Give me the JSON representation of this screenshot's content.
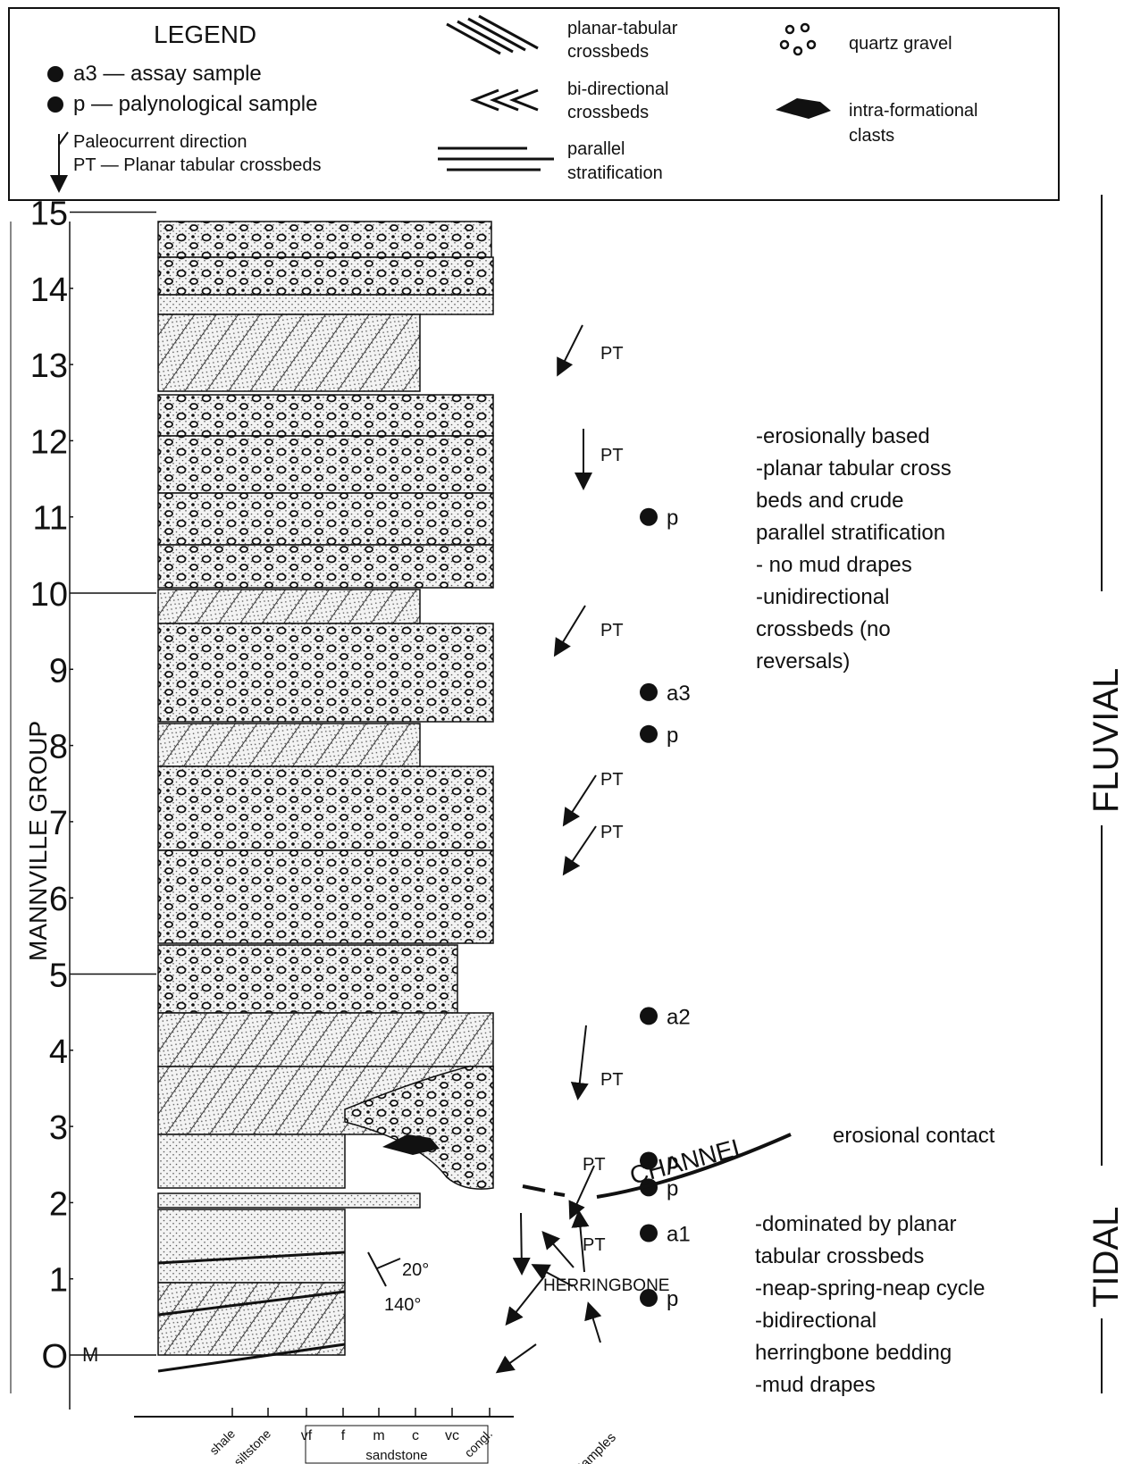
{
  "legend": {
    "title": "LEGEND",
    "items": [
      "a3 — assay sample",
      "p — palynological sample",
      "Paleocurrent direction",
      "PT — Planar tabular crossbeds"
    ],
    "symbols": [
      {
        "line1": "planar-tabular",
        "line2": "crossbeds"
      },
      {
        "line1": "bi-directional",
        "line2": "crossbeds"
      },
      {
        "line1": "parallel",
        "line2": "stratification"
      },
      {
        "line1": "quartz gravel",
        "line2": ""
      },
      {
        "line1": "intra-formational",
        "line2": "clasts"
      }
    ]
  },
  "scale": {
    "ticks": [
      "15",
      "14",
      "13",
      "12",
      "11",
      "10",
      "9",
      "8",
      "7",
      "6",
      "5",
      "4",
      "3",
      "2",
      "1",
      "O"
    ],
    "unit": "M",
    "group_label": "MANNVILLE GROUP"
  },
  "grain_axis": {
    "labels": [
      "shale",
      "siltstone",
      "vf",
      "f",
      "m",
      "c",
      "vc",
      "congl."
    ],
    "sandstone_label": "sandstone",
    "samples_label": "Samples"
  },
  "paleocurrent_label": "PT",
  "samples": [
    {
      "label": "p",
      "depth_m": 11.0
    },
    {
      "label": "a3",
      "depth_m": 8.7
    },
    {
      "label": "p",
      "depth_m": 8.15
    },
    {
      "label": "a2",
      "depth_m": 4.45
    },
    {
      "label": "p",
      "depth_m": 2.55
    },
    {
      "label": "p",
      "depth_m": 2.2
    },
    {
      "label": "a1",
      "depth_m": 1.6
    },
    {
      "label": "p",
      "depth_m": 0.75
    }
  ],
  "annotations": {
    "channel": "CHANNEL",
    "erosional_contact": "erosional contact",
    "herringbone": "HERRINGBONE",
    "angle_top": "20°",
    "angle_bottom": "140°"
  },
  "fluvial_notes": [
    "-erosionally based",
    "-planar tabular cross",
    "beds and crude",
    "parallel stratification",
    "- no mud drapes",
    "-unidirectional",
    "crossbeds (no",
    "reversals)"
  ],
  "tidal_notes": [
    "-dominated by planar",
    "tabular crossbeds",
    "-neap-spring-neap cycle",
    "-bidirectional",
    "herringbone bedding",
    "-mud drapes"
  ],
  "facies": {
    "fluvial": "FLUVIAL",
    "tidal": "TIDAL"
  },
  "colors": {
    "ink": "#111111",
    "sand_fill": "#f2f2f2"
  }
}
